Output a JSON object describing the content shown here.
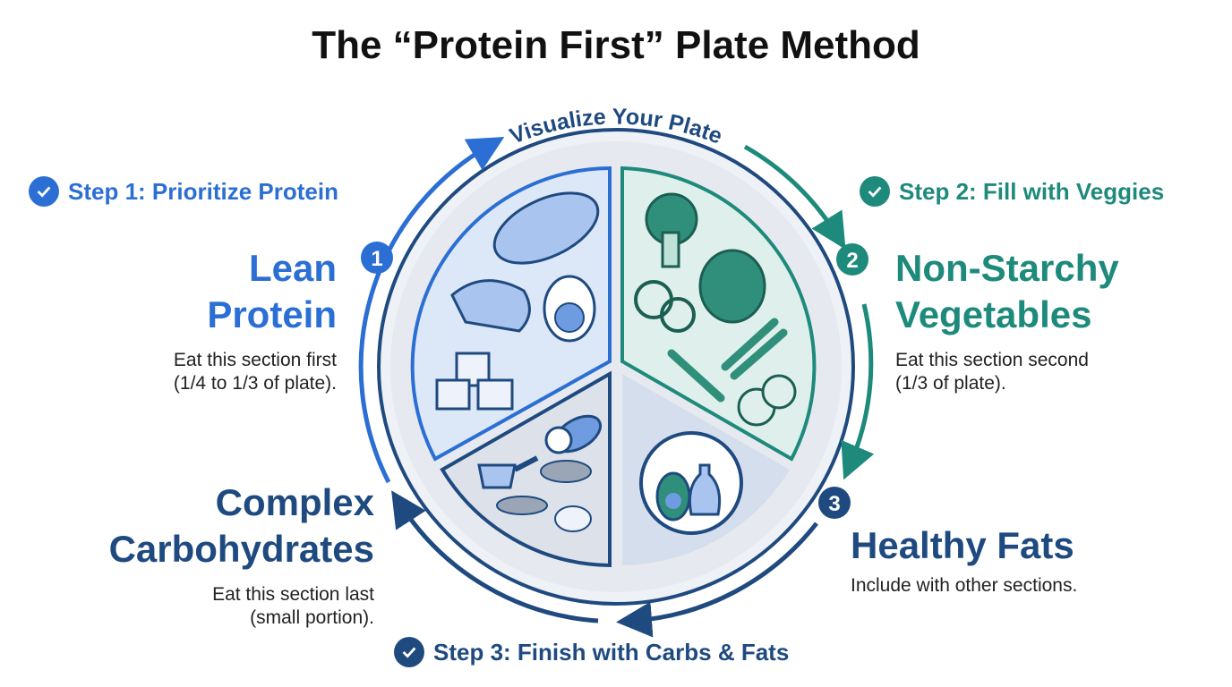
{
  "title": "The “Protein First” Plate Method",
  "ring_label": "Visualize Your Plate",
  "colors": {
    "protein": "#2b6fd4",
    "veggies": "#1d8a7b",
    "carbs": "#1f4a80",
    "text": "#111111"
  },
  "steps": [
    {
      "number": "1",
      "label": "Step 1: Prioritize Protein"
    },
    {
      "number": "2",
      "label": "Step 2: Fill with Veggies"
    },
    {
      "number": "3",
      "label": "Step 3: Finish with Carbs & Fats"
    }
  ],
  "sections": {
    "protein": {
      "title_line1": "Lean",
      "title_line2": "Protein",
      "desc_line1": "Eat this section first",
      "desc_line2": "(1/4 to 1/3 of plate)."
    },
    "veggies": {
      "title_line1": "Non-Starchy",
      "title_line2": "Vegetables",
      "desc_line1": "Eat this section second",
      "desc_line2": "(1/3 of plate)."
    },
    "carbs": {
      "title_line1": "Complex",
      "title_line2": "Carbohydrates",
      "desc_line1": "Eat this section last",
      "desc_line2": "(small portion)."
    },
    "fats": {
      "title_line1": "Healthy Fats",
      "desc_line1": "Include with other sections."
    }
  }
}
